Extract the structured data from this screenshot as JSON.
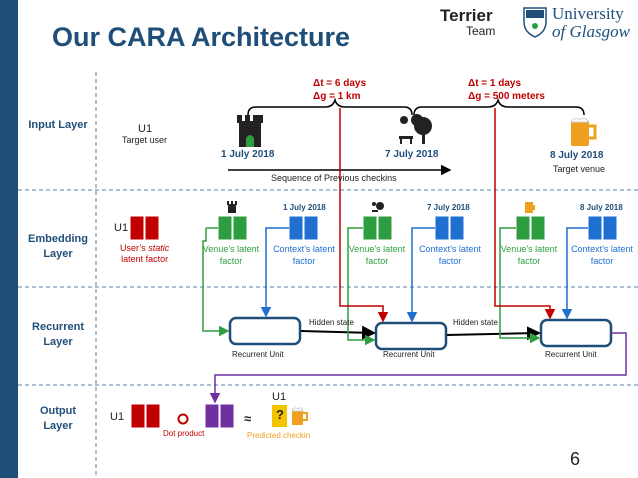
{
  "title": "Our CARA Architecture",
  "logo": {
    "terrier_line1": "Terrier",
    "terrier_line2": "Team",
    "uni_line1": "University",
    "uni_line2": "of Glasgow"
  },
  "layers": {
    "input": "Input Layer",
    "embedding": "Embedding Layer",
    "recurrent": "Recurrent Layer",
    "output": "Output Layer"
  },
  "input": {
    "user": "U1",
    "target_user": "Target user",
    "dates": [
      "1 July 2018",
      "7 July 2018",
      "8 July 2018"
    ],
    "target_venue": "Target venue",
    "sequence": "Sequence of Previous checkins",
    "delta1_t": "Δt = 6 days",
    "delta1_g": "Δg = 1 km",
    "delta2_t": "Δt = 1 days",
    "delta2_g": "Δg = 500 meters"
  },
  "embedding": {
    "user": "U1",
    "static_pre": "User’s ",
    "static_em": "static",
    "static_post": "latent factor",
    "venue_latent": "Venue’s latent factor",
    "context_latent": "Context’s latent factor",
    "dates": [
      "1 July 2018",
      "7 July 2018",
      "8 July 2018"
    ]
  },
  "recurrent": {
    "unit_label": "Recurrent Unit",
    "hidden_state": "Hidden state"
  },
  "output": {
    "user_left": "U1",
    "user_top": "U1",
    "dot_product": "Dot product",
    "approx": "≈",
    "question": "?",
    "predicted": "Predicted checkin"
  },
  "page_number": "6",
  "colors": {
    "blue": "#1f4e79",
    "red": "#c00000",
    "green": "#2e9d3f",
    "lightblue": "#1f6fd0",
    "purple": "#7030a0",
    "yellow": "#f5c400",
    "orange": "#f0a020"
  }
}
